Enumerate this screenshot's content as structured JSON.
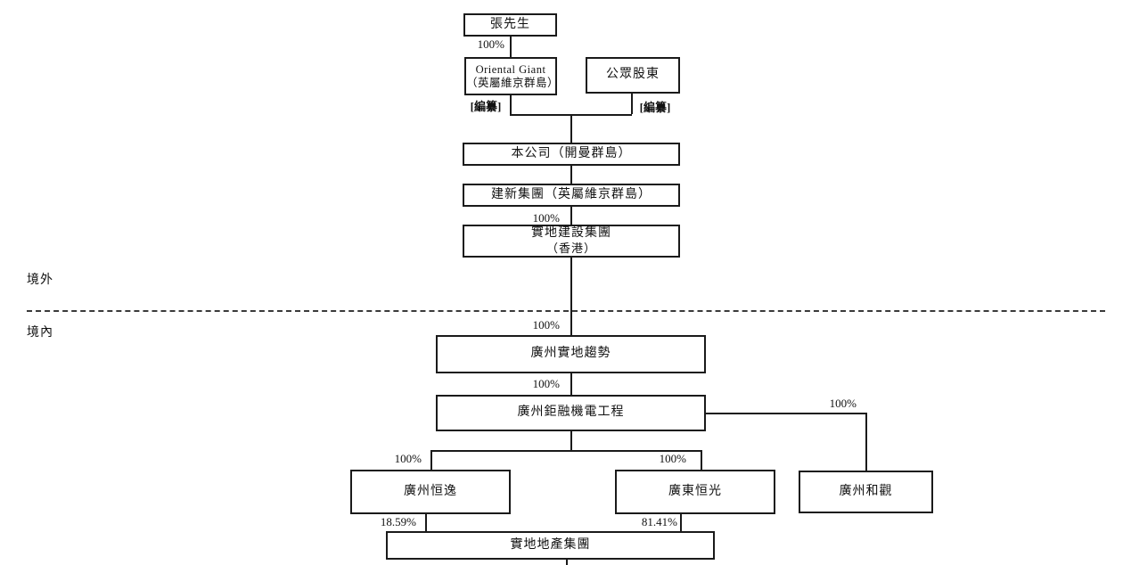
{
  "diagram": {
    "kind": "shareholding-structure-chart",
    "regions": {
      "offshore": "境外",
      "onshore": "境內"
    },
    "nodes": {
      "mr_zhang": "張先生",
      "oriental_giant_line1": "Oriental Giant",
      "oriental_giant_line2": "（英屬維京群島）",
      "public_shareholders": "公眾股東",
      "company": "本公司（開曼群島）",
      "jianxin_group": "建新集團（英屬維京群島）",
      "shidi_construction_line1": "實地建設集團",
      "shidi_construction_line2": "（香港）",
      "gz_shidi_qushi": "廣州實地趨勢",
      "gz_jurong_me": "廣州鉅融機電工程",
      "gz_hengyi": "廣州恒逸",
      "gd_hengguang": "廣東恒光",
      "gz_heguan": "廣州和觀",
      "shidi_property": "實地地產集團"
    },
    "edge_labels": {
      "pct_zhang_to_og": "100%",
      "note_og": "[編纂]",
      "note_ps": "[編纂]",
      "pct_jianxin_to_construction": "100%",
      "pct_to_qushi": "100%",
      "pct_qushi_to_jurong": "100%",
      "pct_jurong_to_heguan": "100%",
      "pct_jurong_to_hengyi": "100%",
      "pct_jurong_to_hengguang": "100%",
      "pct_hengyi_to_property": "18.59%",
      "pct_hengguang_to_property": "81.41%"
    },
    "colors": {
      "line": "#1a1a1a",
      "background": "#ffffff",
      "text": "#111111"
    }
  }
}
